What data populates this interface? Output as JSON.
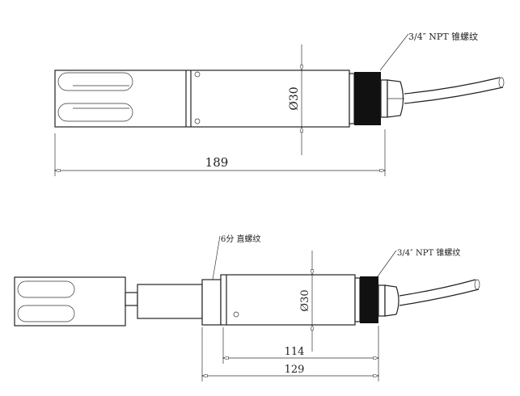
{
  "top_view": {
    "length_dim": "189",
    "diameter_dim": "Ø30",
    "thread_label": "3/4″ NPT 锥螺纹"
  },
  "bottom_view": {
    "straight_thread_label": "6分 直螺纹",
    "thread_label": "3/4″ NPT 锥螺纹",
    "diameter_dim": "Ø30",
    "body_length_dim": "114",
    "total_length_dim": "129"
  }
}
